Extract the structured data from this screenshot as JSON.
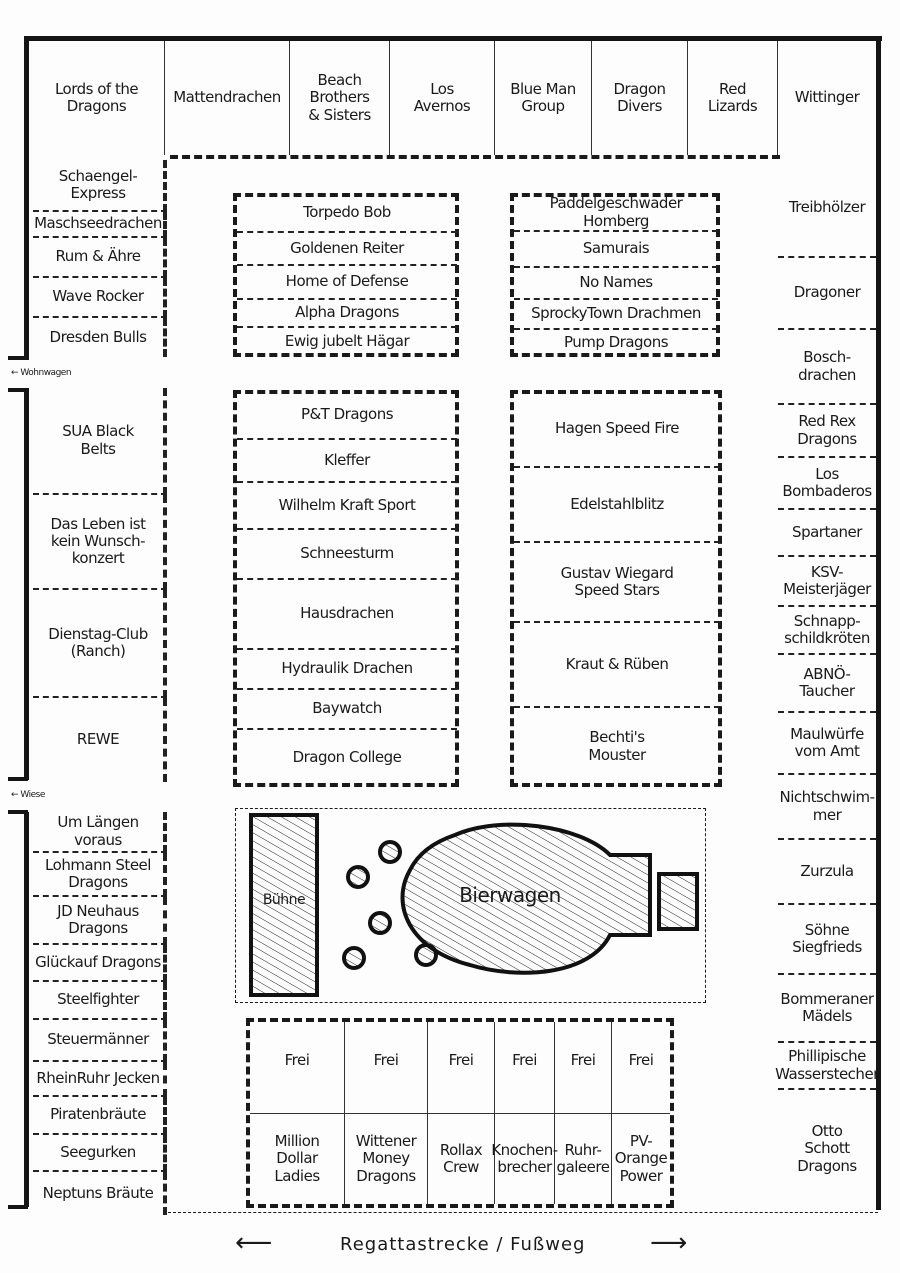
{
  "top_row": [
    "Lords of the\nDragons",
    "Mattendrachen",
    "Beach\nBrothers\n& Sisters",
    "Los\nAvernos",
    "Blue Man\nGroup",
    "Dragon\nDivers",
    "Red\nLizards",
    "Wittinger"
  ],
  "left_top": [
    "Schaengel-\nExpress",
    "Maschseedrachen",
    "Rum & Ähre",
    "Wave Rocker",
    "Dresden Bulls"
  ],
  "left_middle": [
    "SUA Black\nBelts",
    "Das Leben ist\nkein Wunsch-\nkonzert",
    "Dienstag-Club\n(Ranch)",
    "REWE"
  ],
  "left_bottom": [
    "Um Längen voraus",
    "Lohmann Steel\nDragons",
    "JD Neuhaus\nDragons",
    "Glückauf Dragons",
    "Steelfighter",
    "Steuermänner",
    "RheinRuhr Jecken",
    "Piratenbräute",
    "Seegurken",
    "Neptuns Bräute"
  ],
  "center_left_top": [
    "Torpedo Bob",
    "Goldenen Reiter",
    "Home of Defense",
    "Alpha Dragons",
    "Ewig jubelt Hägar"
  ],
  "center_right_top": [
    "Paddelgeschwader\nHomberg",
    "Samurais",
    "No Names",
    "SprockyTown Drachmen",
    "Pump Dragons"
  ],
  "center_left_bottom": [
    "P&T Dragons",
    "Kleffer",
    "Wilhelm Kraft Sport",
    "Schneesturm",
    "Hausdrachen",
    "Hydraulik Drachen",
    "Baywatch",
    "Dragon College"
  ],
  "center_right_bottom": [
    "Hagen Speed Fire",
    "Edelstahlblitz",
    "Gustav Wiegard\nSpeed Stars",
    "Kraut & Rüben",
    "Bechti's\nMouster"
  ],
  "right_column": [
    "Treibhölzer",
    "Dragoner",
    "Bosch-\ndrachen",
    "Red Rex\nDragons",
    "Los\nBombaderos",
    "Spartaner",
    "KSV-\nMeisterjäger",
    "Schnapp-\nschildkröten",
    "ABNÖ-\nTaucher",
    "Maulwürfe\nvom Amt",
    "Nichtschwim-\nmer",
    "Zurzula",
    "Söhne\nSiegfrieds",
    "Bommeraner\nMädels",
    "Phillipische\nWasserstecher",
    "Otto\nSchott\nDragons"
  ],
  "bottom_block": {
    "top": [
      "Frei",
      "Frei",
      "Frei",
      "Frei",
      "Frei",
      "Frei"
    ],
    "bottom": [
      "Million\nDollar\nLadies",
      "Wittener\nMoney\nDragons",
      "Rollax\nCrew",
      "Knochen-\nbrecher",
      "Ruhr-\ngaleere",
      "PV-\nOrange\nPower"
    ]
  },
  "stage": {
    "stage_label": "Bühne",
    "beer_label": "Bierwagen"
  },
  "markers": {
    "camper": "Wohnwagen",
    "meadow": "Wiese"
  },
  "footer": {
    "route": "Regattastrecke / Fußweg",
    "arrow_left": "⟵",
    "arrow_right": "⟶"
  }
}
